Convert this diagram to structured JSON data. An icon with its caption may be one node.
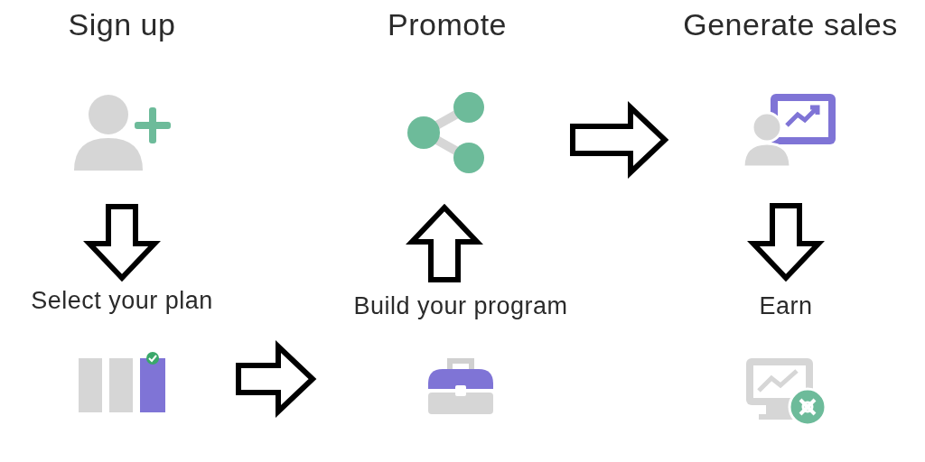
{
  "diagram": {
    "nodes": [
      {
        "text": [
          "Sign up"
        ]
      },
      {
        "text": [
          "Select your plan"
        ]
      },
      {
        "text": [
          "Build your program"
        ]
      },
      {
        "text": [
          "Promote"
        ]
      },
      {
        "text": [
          "Generate sales"
        ]
      },
      {
        "text": [
          "Earn"
        ]
      }
    ],
    "edges": [
      {
        "from": 0,
        "to": 1,
        "arrow": "to"
      },
      {
        "from": 1,
        "to": 2,
        "arrow": "to"
      },
      {
        "from": 2,
        "to": 3,
        "arrow": "to"
      },
      {
        "from": 3,
        "to": 4,
        "arrow": "to"
      },
      {
        "from": 4,
        "to": 5,
        "arrow": "to"
      }
    ]
  }
}
